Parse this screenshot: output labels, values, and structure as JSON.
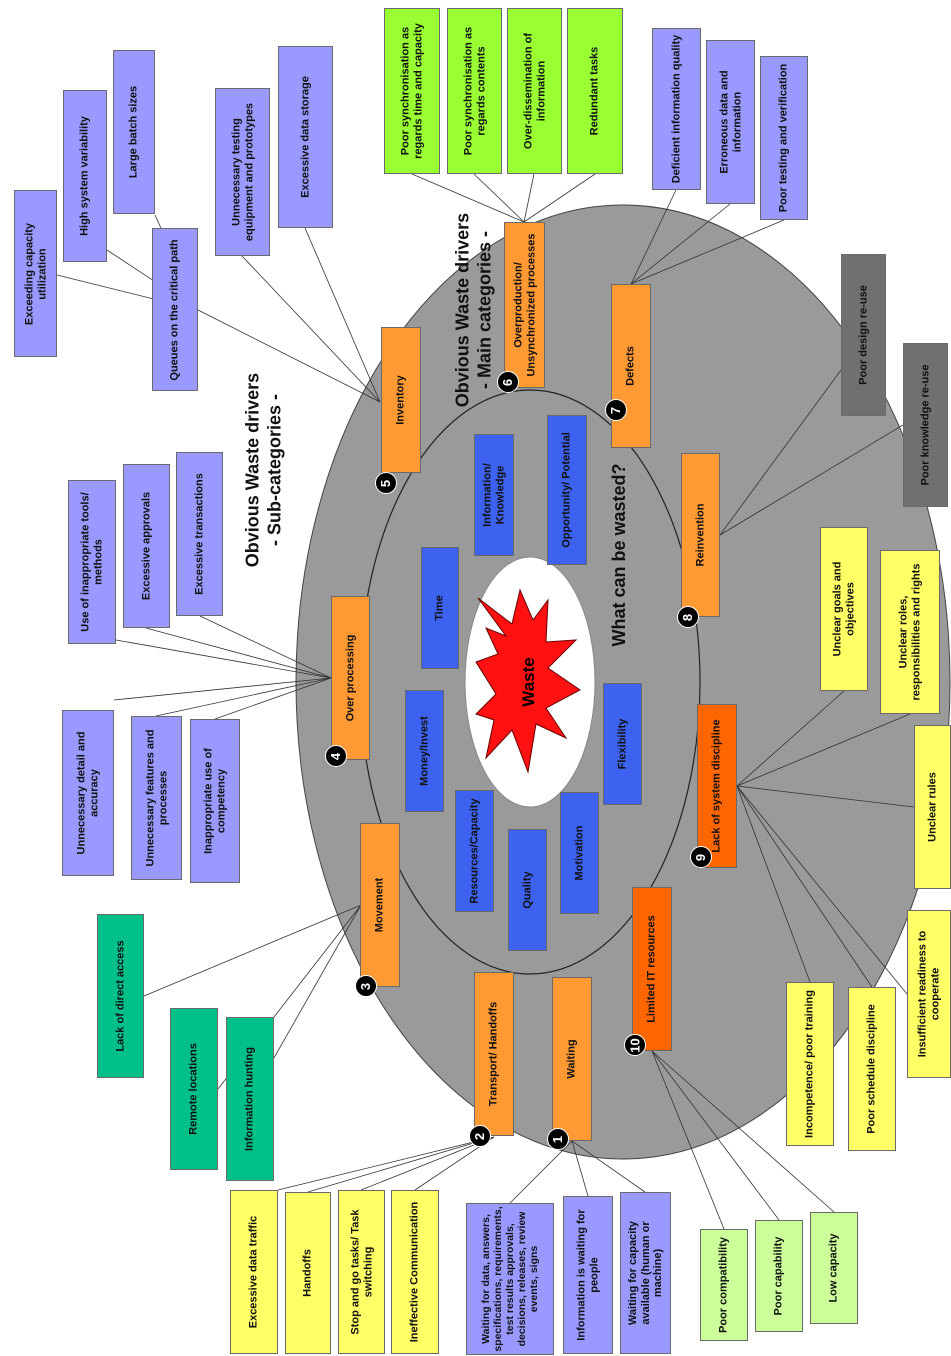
{
  "headings": {
    "sub_line1": "Obvious Waste drivers",
    "sub_line2": "- Sub-categories -",
    "main_line1": "Obvious Waste drivers",
    "main_line2": "- Main categories -",
    "what": "What can be wasted?"
  },
  "center": {
    "label": "Waste"
  },
  "resources": [
    {
      "key": "information",
      "label": "Information/ Knowledge"
    },
    {
      "key": "opportunity",
      "label": "Opportunity/ Potential"
    },
    {
      "key": "time",
      "label": "Time"
    },
    {
      "key": "money",
      "label": "Money/Invest"
    },
    {
      "key": "flexibility",
      "label": "Flexibility"
    },
    {
      "key": "resources",
      "label": "Resources/Capacity"
    },
    {
      "key": "motivation",
      "label": "Motivation"
    },
    {
      "key": "quality",
      "label": "Quality"
    }
  ],
  "drivers": [
    {
      "key": "inventory",
      "num": "5",
      "label": "Inventory"
    },
    {
      "key": "overproduction",
      "num": "6",
      "label": "Overproduction/ Unsynchronized processes"
    },
    {
      "key": "defects",
      "num": "7",
      "label": "Defects"
    },
    {
      "key": "reinvention",
      "num": "8",
      "label": "Reinvention"
    },
    {
      "key": "overprocessing",
      "num": "4",
      "label": "Over processing"
    },
    {
      "key": "movement",
      "num": "3",
      "label": "Movement"
    },
    {
      "key": "transport",
      "num": "2",
      "label": "Transport/ Handoffs"
    },
    {
      "key": "waiting",
      "num": "1",
      "label": "Waiting"
    },
    {
      "key": "itresources",
      "num": "10",
      "label": "Limited IT resources"
    },
    {
      "key": "discipline",
      "num": "9",
      "label": "Lack of system discipline"
    }
  ],
  "subcategories": [
    {
      "key": "exceeding",
      "label": "Exceeding capacity utilization"
    },
    {
      "key": "variability",
      "label": "High system variability"
    },
    {
      "key": "batch",
      "label": "Large batch sizes"
    },
    {
      "key": "queues",
      "label": "Queues on the critical path"
    },
    {
      "key": "testing_equipment",
      "label": "Unnecessary testing equipment and prototypes"
    },
    {
      "key": "data_storage",
      "label": "Excessive data storage"
    },
    {
      "key": "sync_time",
      "label": "Poor synchronisation as regards time and capacity"
    },
    {
      "key": "sync_contents",
      "label": "Poor synchronisation as regards contents"
    },
    {
      "key": "over_dissemination",
      "label": "Over-dissemination of information"
    },
    {
      "key": "redundant",
      "label": "Redundant tasks"
    },
    {
      "key": "deficient",
      "label": "Deficient information quality"
    },
    {
      "key": "erroneous",
      "label": "Erroneous data and information"
    },
    {
      "key": "poor_testing",
      "label": "Poor testing and verification"
    },
    {
      "key": "design_reuse",
      "label": "Poor design re-use"
    },
    {
      "key": "knowledge_reuse",
      "label": "Poor knowledge re-use"
    },
    {
      "key": "inappropriate_tools",
      "label": "Use of inappropriate tools/ methods"
    },
    {
      "key": "approvals",
      "label": "Excessive approvals"
    },
    {
      "key": "transactions",
      "label": "Excessive transactions"
    },
    {
      "key": "detail",
      "label": "Unnecessary detail and accuracy"
    },
    {
      "key": "features",
      "label": "Unnecessary features and processes"
    },
    {
      "key": "competency",
      "label": "Inappropriate use of competency"
    },
    {
      "key": "direct_access",
      "label": "Lack of direct access"
    },
    {
      "key": "remote",
      "label": "Remote locations"
    },
    {
      "key": "hunting",
      "label": "Information hunting"
    },
    {
      "key": "data_traffic",
      "label": "Excessive data traffic"
    },
    {
      "key": "handoffs",
      "label": "Handoffs"
    },
    {
      "key": "stop_go",
      "label": "Stop and go tasks/ Task switching"
    },
    {
      "key": "ineffective_comm",
      "label": "Ineffective Communication"
    },
    {
      "key": "waiting_data",
      "label": "Waiting for data, answers, specifications, requirements, test results approvals, decisions, releases, review events, signs"
    },
    {
      "key": "info_waiting",
      "label": "Information is waiting for people"
    },
    {
      "key": "capacity_waiting",
      "label": "Waiting for capacity available (human or machine)"
    },
    {
      "key": "compatibility",
      "label": "Poor compatibility"
    },
    {
      "key": "capability",
      "label": "Poor capability"
    },
    {
      "key": "low_capacity",
      "label": "Low capacity"
    },
    {
      "key": "goals",
      "label": "Unclear goals and objectives"
    },
    {
      "key": "roles",
      "label": "Unclear roles, responsibilities and rights"
    },
    {
      "key": "rules",
      "label": "Unclear rules"
    },
    {
      "key": "readiness",
      "label": "Insufficient readiness to cooperate"
    },
    {
      "key": "schedule",
      "label": "Poor schedule discipline"
    },
    {
      "key": "incompetence",
      "label": "Incompetence/ poor training"
    }
  ],
  "colors": {
    "outer_ellipse": "#9a9a9a",
    "inner_ring": "#9a9a9a",
    "center_ellipse": "#ffffff",
    "resource_box": "#3d62f0",
    "driver_box": "#ff9933",
    "driver_dark": "#ff6600",
    "lavender": "#9999ff",
    "green_bright": "#99ff33",
    "gray_dark": "#707070",
    "teal": "#00c08a",
    "yellow": "#ffff66",
    "light_green": "#ccff99",
    "star": "#ff1111"
  }
}
